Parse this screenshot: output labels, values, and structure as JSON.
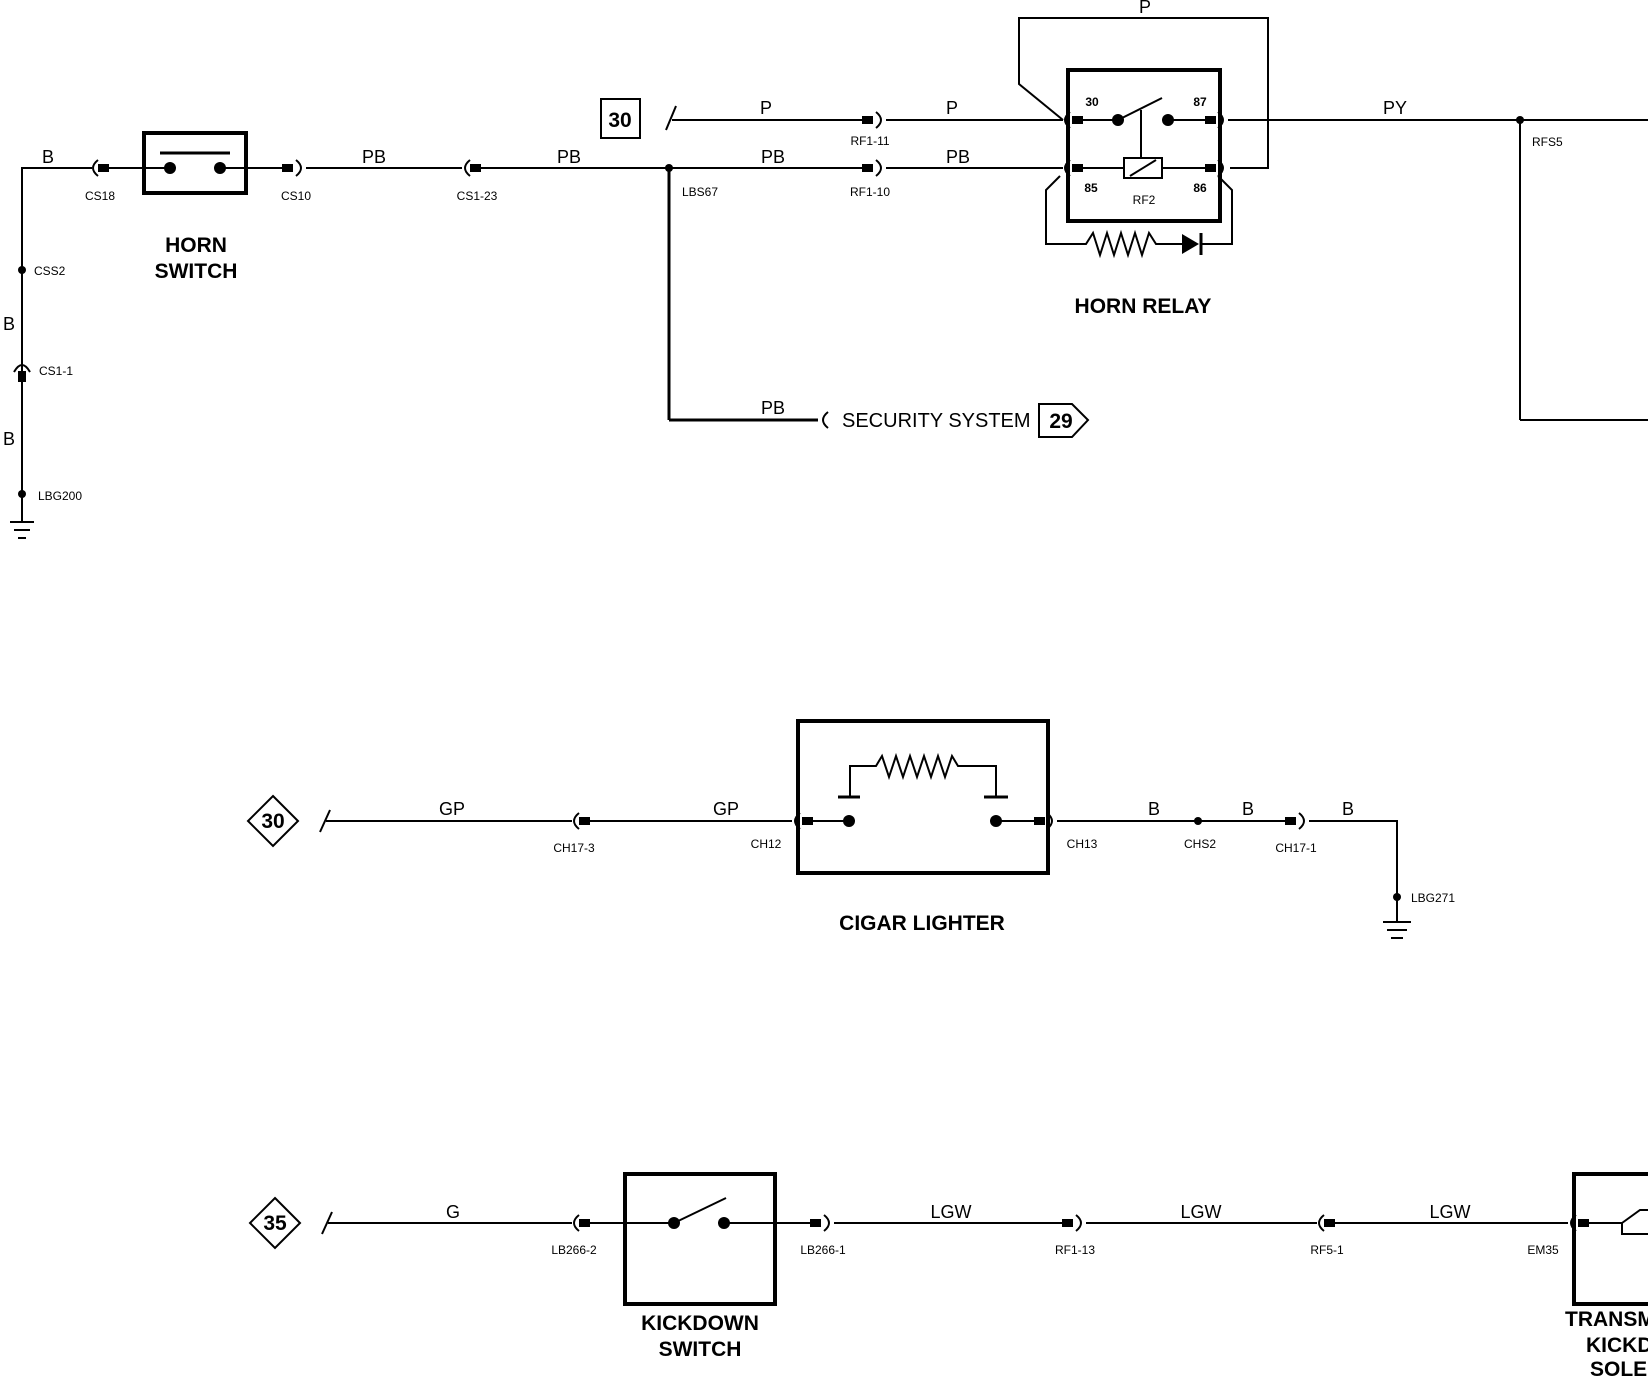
{
  "horn_circuit": {
    "switch_title": [
      "HORN",
      "SWITCH"
    ],
    "relay_title": "HORN RELAY",
    "ref_30": "30",
    "ref_29": "29",
    "security_label": "SECURITY SYSTEM",
    "wires": {
      "b_top": "B",
      "b_mid": "B",
      "b_low": "B",
      "pb_1": "PB",
      "pb_2": "PB",
      "pb_3": "PB",
      "pb_4": "PB",
      "pb_security": "PB",
      "p_1": "P",
      "p_2": "P",
      "p_loop": "P",
      "py": "PY"
    },
    "nodes": {
      "cs18": "CS18",
      "cs10": "CS10",
      "cs1_23": "CS1-23",
      "css2": "CSS2",
      "cs1_1": "CS1-1",
      "lbg200": "LBG200",
      "lbs67": "LBS67",
      "rf1_11": "RF1-11",
      "rf1_10": "RF1-10",
      "rf2": "RF2",
      "rfs5": "RFS5"
    },
    "relay_pins": {
      "p30": "30",
      "p87": "87",
      "p85": "85",
      "p86": "86"
    }
  },
  "cigar_circuit": {
    "title": "CIGAR LIGHTER",
    "ref_30": "30",
    "wires": {
      "gp_1": "GP",
      "gp_2": "GP",
      "b_1": "B",
      "b_2": "B",
      "b_3": "B"
    },
    "nodes": {
      "ch17_3": "CH17-3",
      "ch12": "CH12",
      "ch13": "CH13",
      "chs2": "CHS2",
      "ch17_1": "CH17-1",
      "lbg271": "LBG271"
    }
  },
  "kickdown_circuit": {
    "switch_title": [
      "KICKDOWN",
      "SWITCH"
    ],
    "solenoid_title": [
      "TRANSM",
      "KICKD",
      "SOLE"
    ],
    "ref_35": "35",
    "wires": {
      "g": "G",
      "lgw_1": "LGW",
      "lgw_2": "LGW",
      "lgw_3": "LGW"
    },
    "nodes": {
      "lb266_2": "LB266-2",
      "lb266_1": "LB266-1",
      "rf1_13": "RF1-13",
      "rf5_1": "RF5-1",
      "em35": "EM35"
    }
  }
}
